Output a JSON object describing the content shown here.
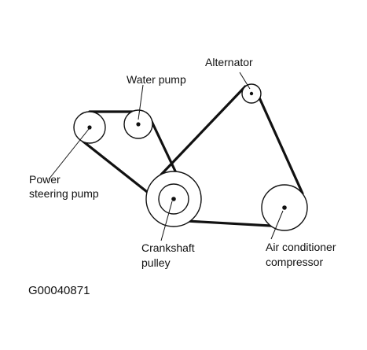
{
  "labels": {
    "water_pump": "Water pump",
    "alternator": "Alternator",
    "power_steering_line1": "Power",
    "power_steering_line2": "steering pump",
    "crankshaft_line1": "Crankshaft",
    "crankshaft_line2": "pulley",
    "ac_line1": "Air conditioner",
    "ac_line2": "compressor"
  },
  "figure_code": "G00040871",
  "colors": {
    "line": "#111111",
    "background": "#ffffff"
  }
}
